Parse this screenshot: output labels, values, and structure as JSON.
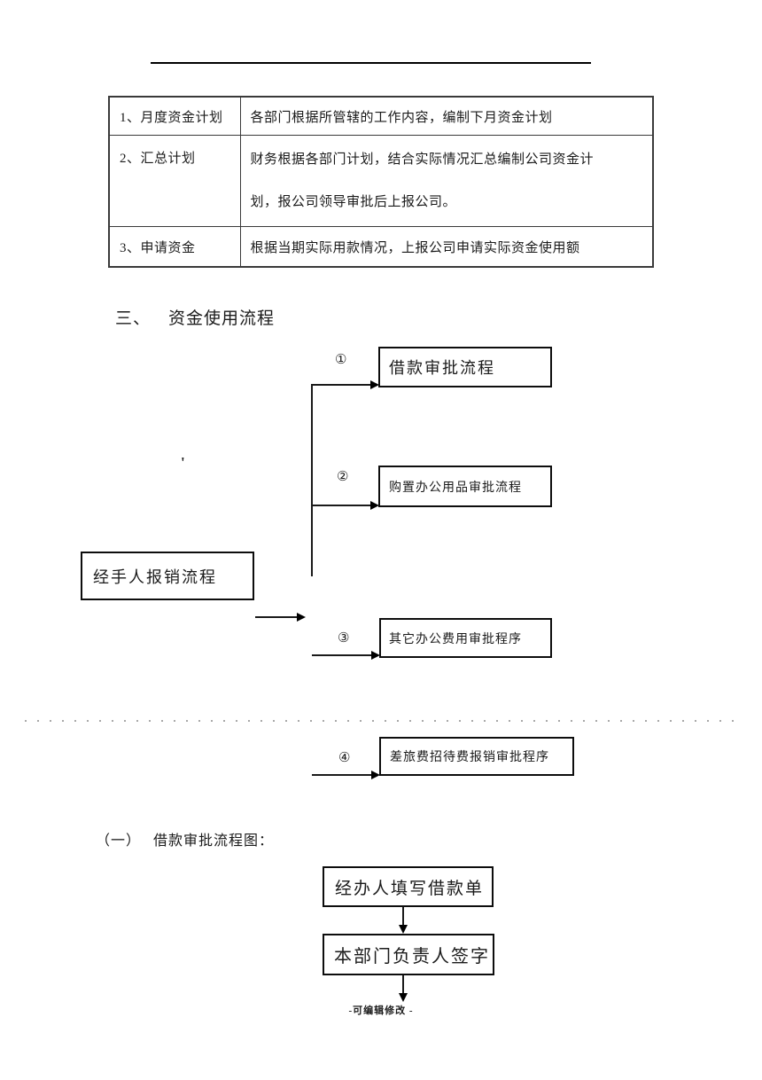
{
  "doc": {
    "plan_table": {
      "rows": [
        {
          "item": "1、月度资金计划",
          "desc1": "各部门根据所管辖的工作内容，编制下月资金计划",
          "desc2": ""
        },
        {
          "item": "2、汇总计划",
          "desc1": "财务根据各部门计划，结合实际情况汇总编制公司资金计",
          "desc2": "划，报公司领导审批后上报公司。"
        },
        {
          "item": "3、申请资金",
          "desc1": "根据当期实际用款情况，上报公司申请实际资金使用额",
          "desc2": ""
        }
      ]
    },
    "section3": {
      "number": "三、",
      "title": "资金使用流程"
    },
    "usage_flow": {
      "source_label": "经手人报销流程",
      "stray_mark": "'",
      "branches": [
        {
          "num": "①",
          "label": "借款审批流程"
        },
        {
          "num": "②",
          "label": "购置办公用品审批流程"
        },
        {
          "num": "③",
          "label": "其它办公费用审批程序"
        },
        {
          "num": "④",
          "label": "差旅费招待费报销审批程序"
        }
      ]
    },
    "subsection1": {
      "number": "（一）",
      "title": "借款审批流程图："
    },
    "approval_flow": {
      "step1": "经办人填写借款单",
      "step2": "本部门负责人签字"
    },
    "footer": "-可编辑修改 -"
  }
}
